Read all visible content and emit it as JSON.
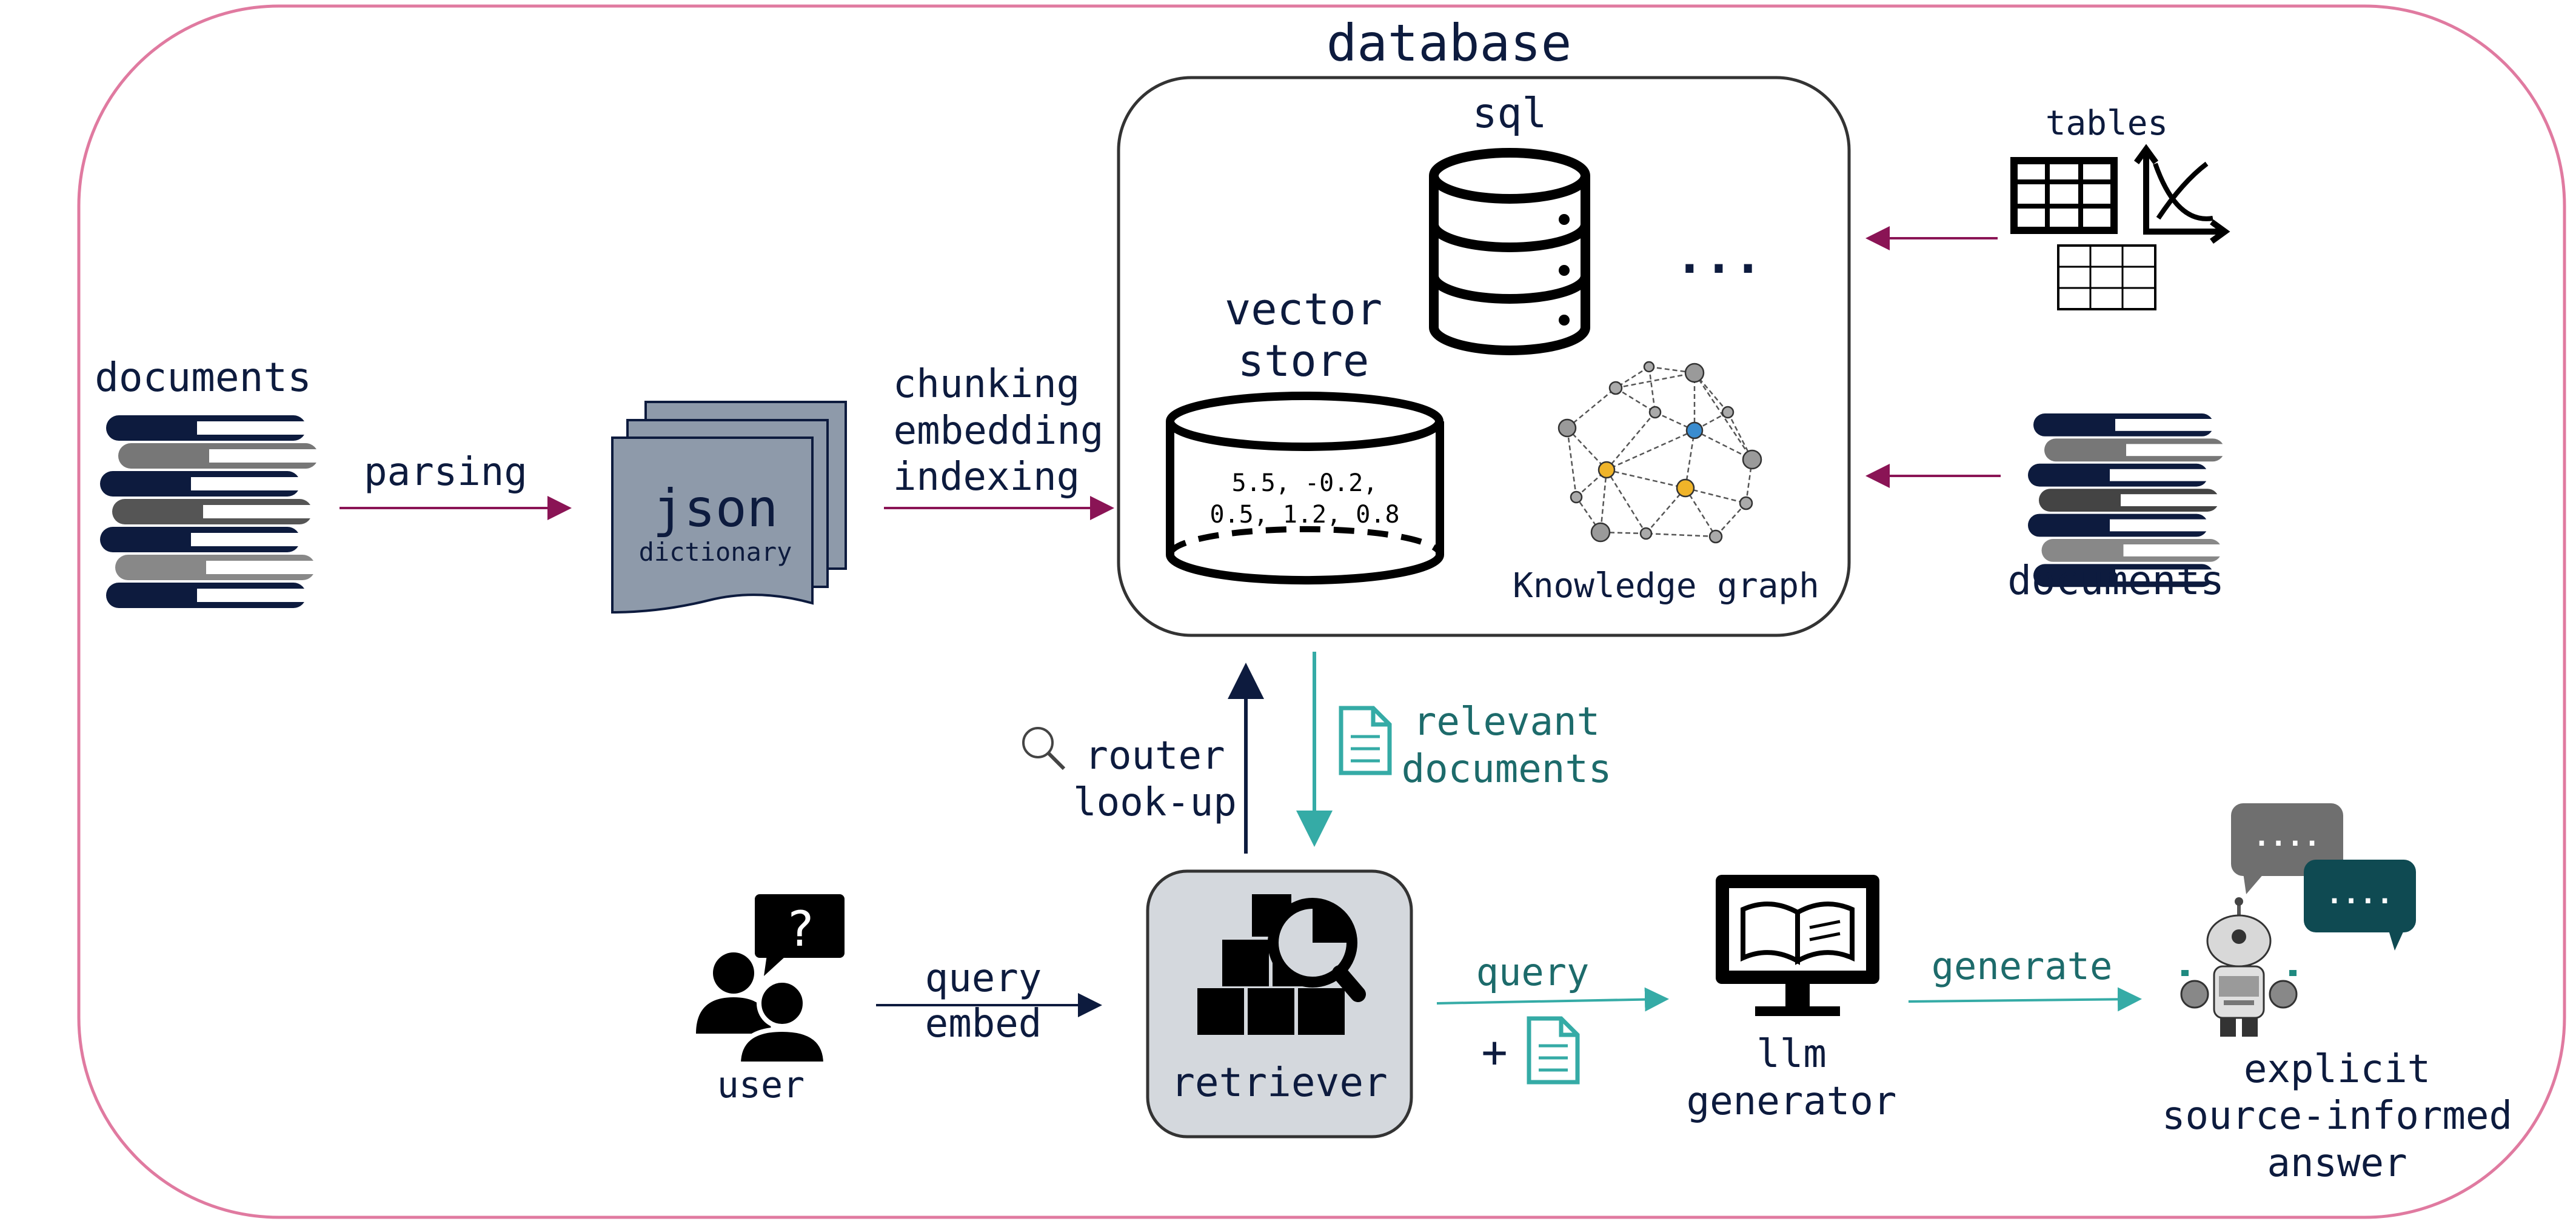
{
  "database": {
    "title": "database",
    "sql_label": "sql",
    "ellipsis": "...",
    "vector_store_label_line1": "vector",
    "vector_store_label_line2": "store",
    "vector_values_line1": "5.5, -0.2,",
    "vector_values_line2": "0.5, 1.2, 0.8",
    "kg_label": "Knowledge graph"
  },
  "sources": {
    "documents_left": "documents",
    "tables_label": "tables",
    "documents_right": "documents"
  },
  "pipeline": {
    "parsing": "parsing",
    "json_title": "json",
    "json_subtitle": "dictionary",
    "chunking": "chunking",
    "embedding": "embedding",
    "indexing": "indexing",
    "router": "router",
    "lookup": "look-up",
    "relevant": "relevant",
    "relevant_docs": "documents",
    "query_embed_1": "query",
    "query_embed_2": "embed",
    "retriever": "retriever",
    "user": "user",
    "query_plus": "query",
    "plus_sign": "+",
    "llm_1": "llm",
    "llm_2": "generator",
    "generate": "generate",
    "answer_1": "explicit",
    "answer_2": "source-informed",
    "answer_3": "answer",
    "user_question_mark": "?",
    "bubble_dots": "...."
  },
  "colors": {
    "frame": "#e07aa0",
    "navy": "#0d1b3e",
    "magenta_arrow": "#8a1455",
    "teal_text": "#1d6b6b",
    "teal_arrow": "#35aba6",
    "json_fill": "#8e9aaa",
    "retriever_fill": "#d4d8dd"
  }
}
